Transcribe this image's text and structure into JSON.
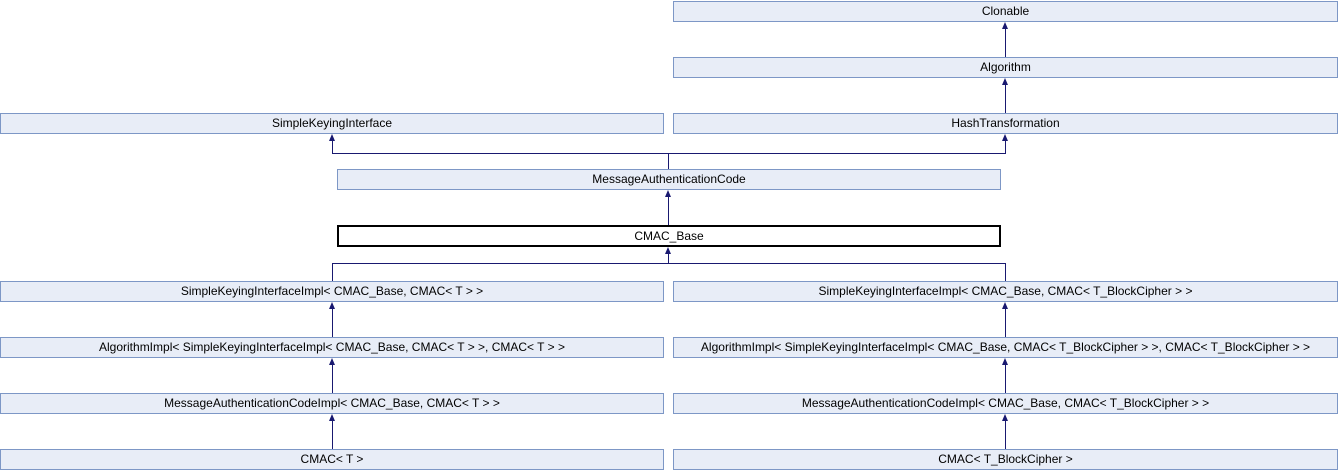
{
  "diagram": {
    "kind": "class-inheritance-diagram",
    "current_class": "CMAC_Base",
    "colors": {
      "node_fill": "#E8EDF7",
      "node_border": "#7D97C6",
      "edge": "#191970",
      "current_node_border": "#000000",
      "current_node_fill": "#FFFFFF",
      "text": "#000000",
      "background": "#FFFFFF"
    },
    "nodes": [
      {
        "id": "clonable",
        "label": "Clonable"
      },
      {
        "id": "algorithm",
        "label": "Algorithm"
      },
      {
        "id": "simple-keying-interface",
        "label": "SimpleKeyingInterface"
      },
      {
        "id": "hash-transformation",
        "label": "HashTransformation"
      },
      {
        "id": "message-authentication-code",
        "label": "MessageAuthenticationCode"
      },
      {
        "id": "cmac-base",
        "label": "CMAC_Base"
      },
      {
        "id": "simple-keying-interface-impl-t",
        "label": "SimpleKeyingInterfaceImpl< CMAC_Base, CMAC< T > >"
      },
      {
        "id": "simple-keying-interface-impl-tbc",
        "label": "SimpleKeyingInterfaceImpl< CMAC_Base, CMAC< T_BlockCipher > >"
      },
      {
        "id": "algorithm-impl-t",
        "label": "AlgorithmImpl< SimpleKeyingInterfaceImpl< CMAC_Base, CMAC< T > >, CMAC< T > >"
      },
      {
        "id": "algorithm-impl-tbc",
        "label": "AlgorithmImpl< SimpleKeyingInterfaceImpl< CMAC_Base, CMAC< T_BlockCipher > >, CMAC< T_BlockCipher > >"
      },
      {
        "id": "message-authentication-code-impl-t",
        "label": "MessageAuthenticationCodeImpl< CMAC_Base, CMAC< T > >"
      },
      {
        "id": "message-authentication-code-impl-tbc",
        "label": "MessageAuthenticationCodeImpl< CMAC_Base, CMAC< T_BlockCipher > >"
      },
      {
        "id": "cmac-t",
        "label": "CMAC< T >"
      },
      {
        "id": "cmac-tbc",
        "label": "CMAC< T_BlockCipher >"
      }
    ]
  }
}
